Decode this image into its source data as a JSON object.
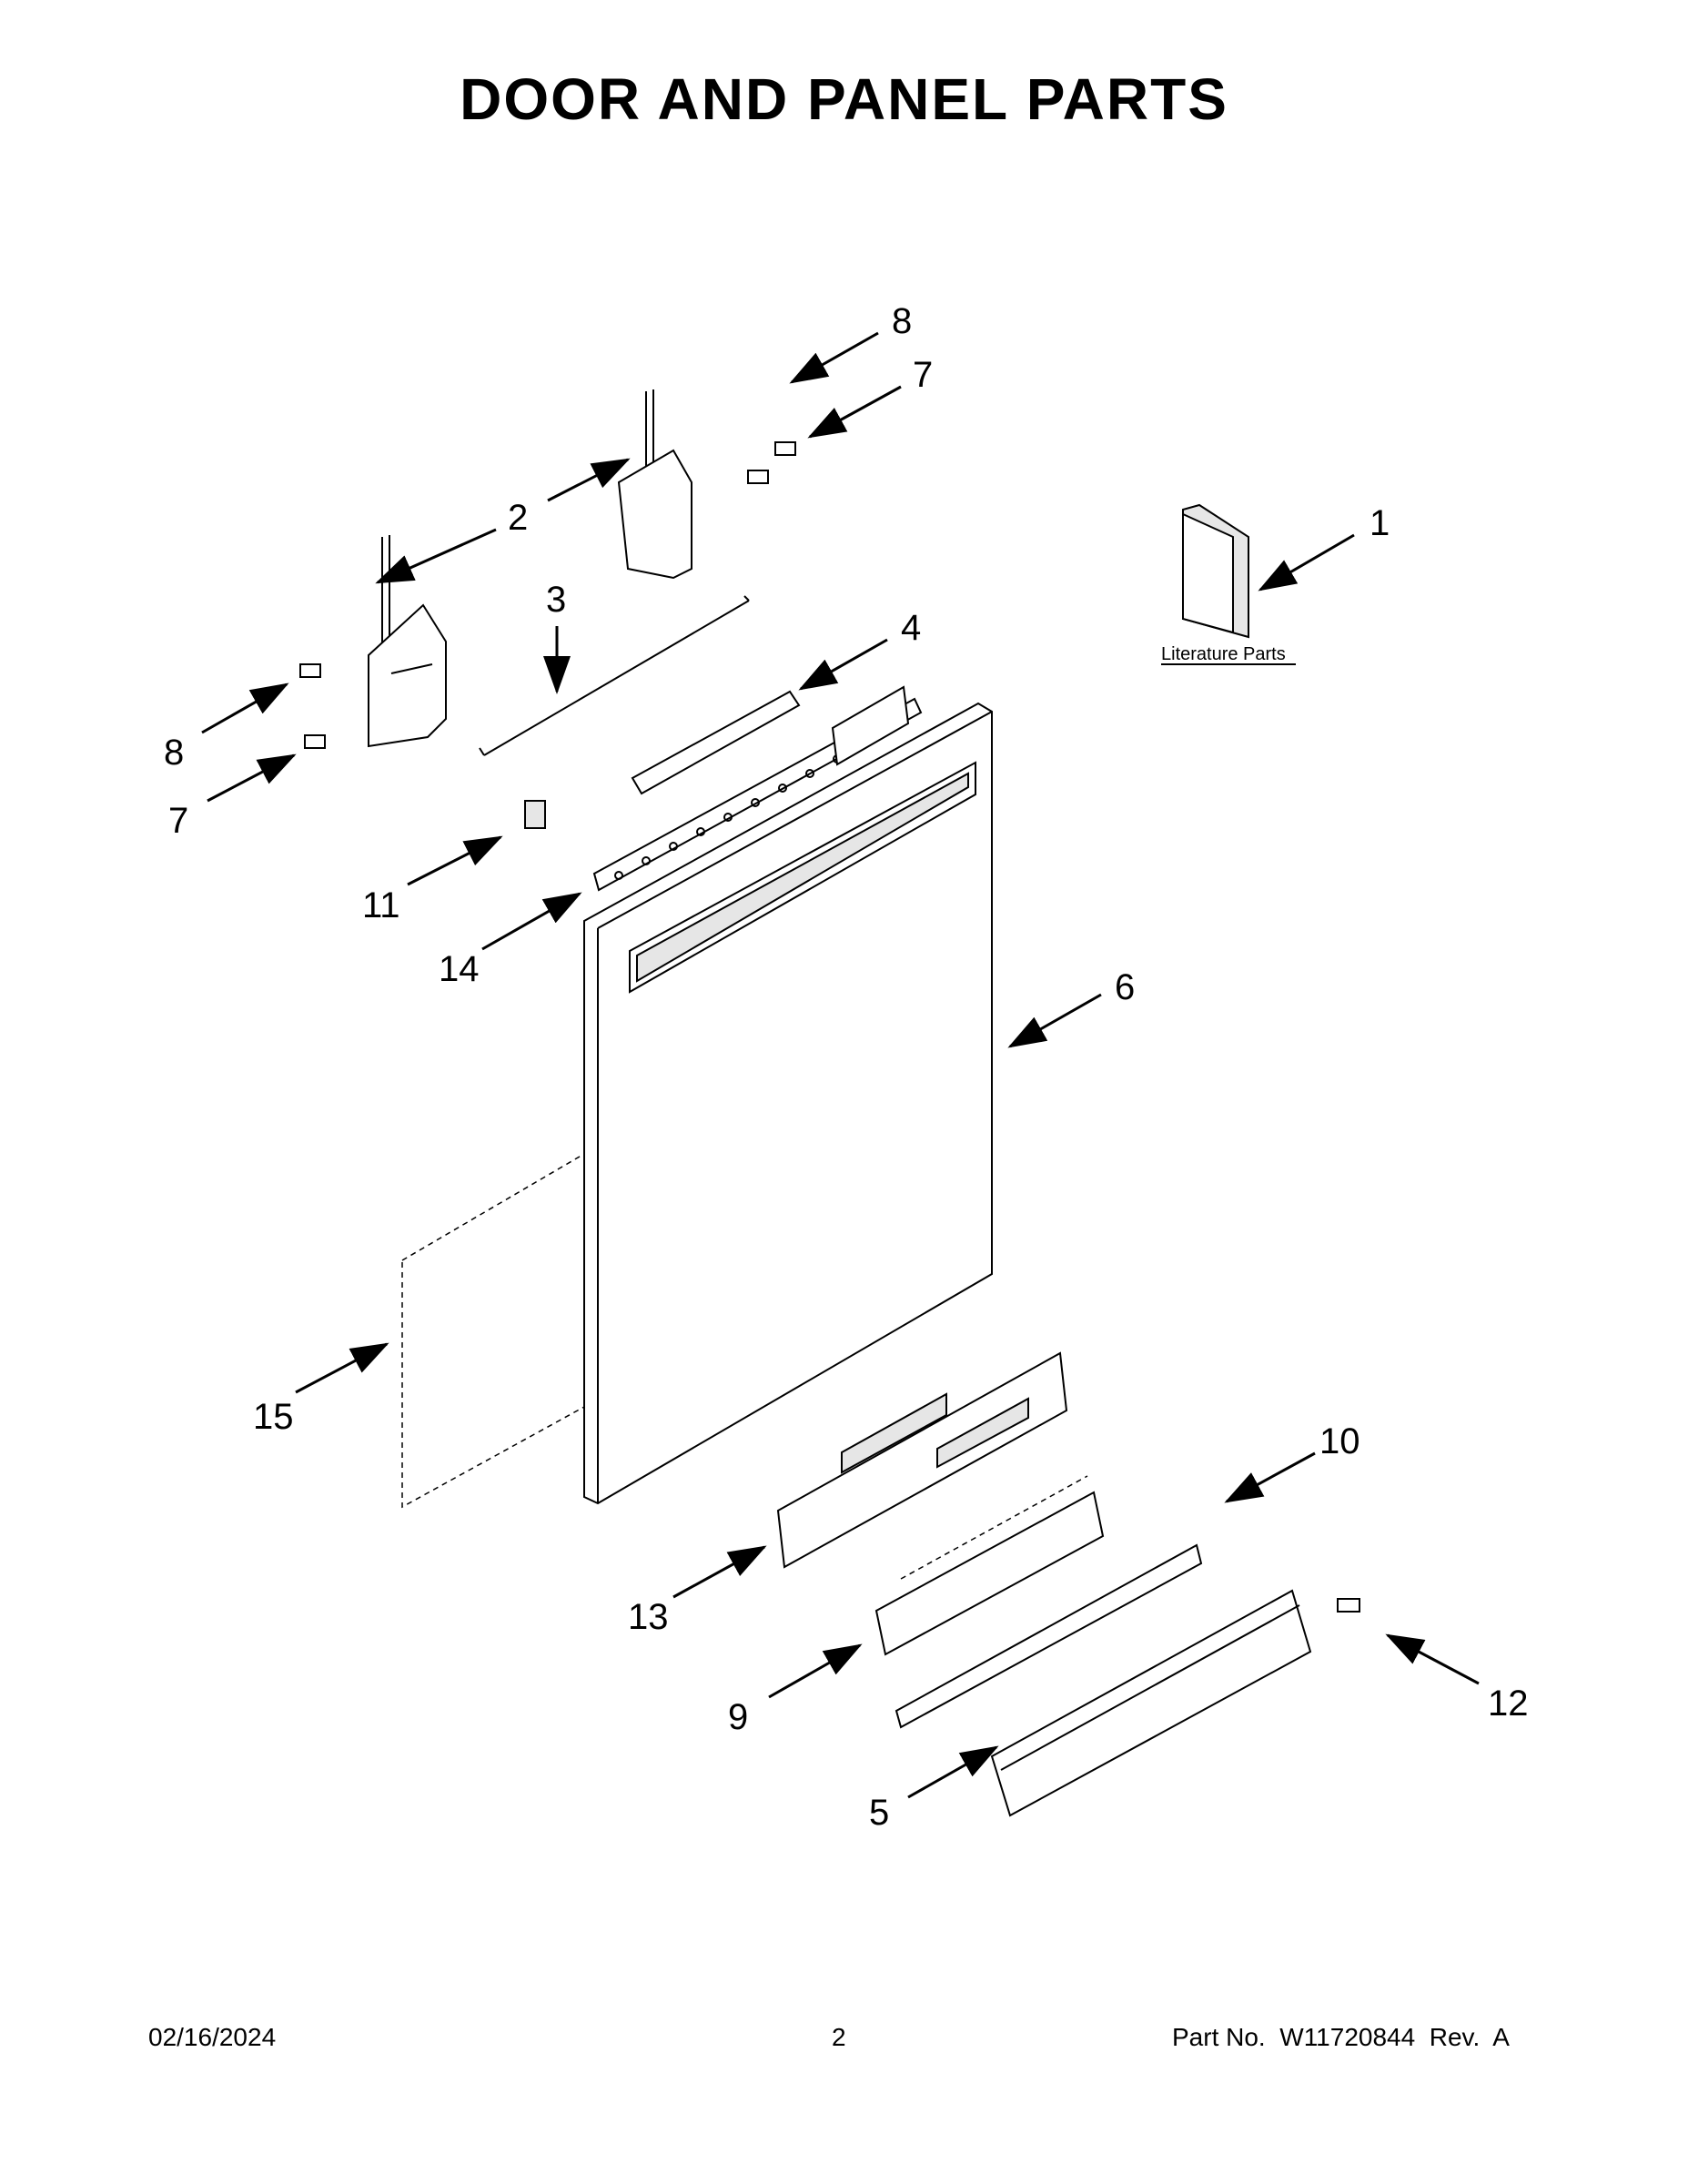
{
  "title": "DOOR AND PANEL PARTS",
  "literature_label": "Literature Parts",
  "callouts": [
    {
      "id": "c1",
      "label": "1"
    },
    {
      "id": "c2",
      "label": "2"
    },
    {
      "id": "c3",
      "label": "3"
    },
    {
      "id": "c4",
      "label": "4"
    },
    {
      "id": "c5",
      "label": "5"
    },
    {
      "id": "c6",
      "label": "6"
    },
    {
      "id": "c7a",
      "label": "7"
    },
    {
      "id": "c7b",
      "label": "7"
    },
    {
      "id": "c8a",
      "label": "8"
    },
    {
      "id": "c8b",
      "label": "8"
    },
    {
      "id": "c9",
      "label": "9"
    },
    {
      "id": "c10",
      "label": "10"
    },
    {
      "id": "c11",
      "label": "11"
    },
    {
      "id": "c12",
      "label": "12"
    },
    {
      "id": "c13",
      "label": "13"
    },
    {
      "id": "c14",
      "label": "14"
    },
    {
      "id": "c15",
      "label": "15"
    }
  ],
  "footer": {
    "date": "02/16/2024",
    "page": "2",
    "part_number": "Part No.  W11720844  Rev.  A"
  }
}
